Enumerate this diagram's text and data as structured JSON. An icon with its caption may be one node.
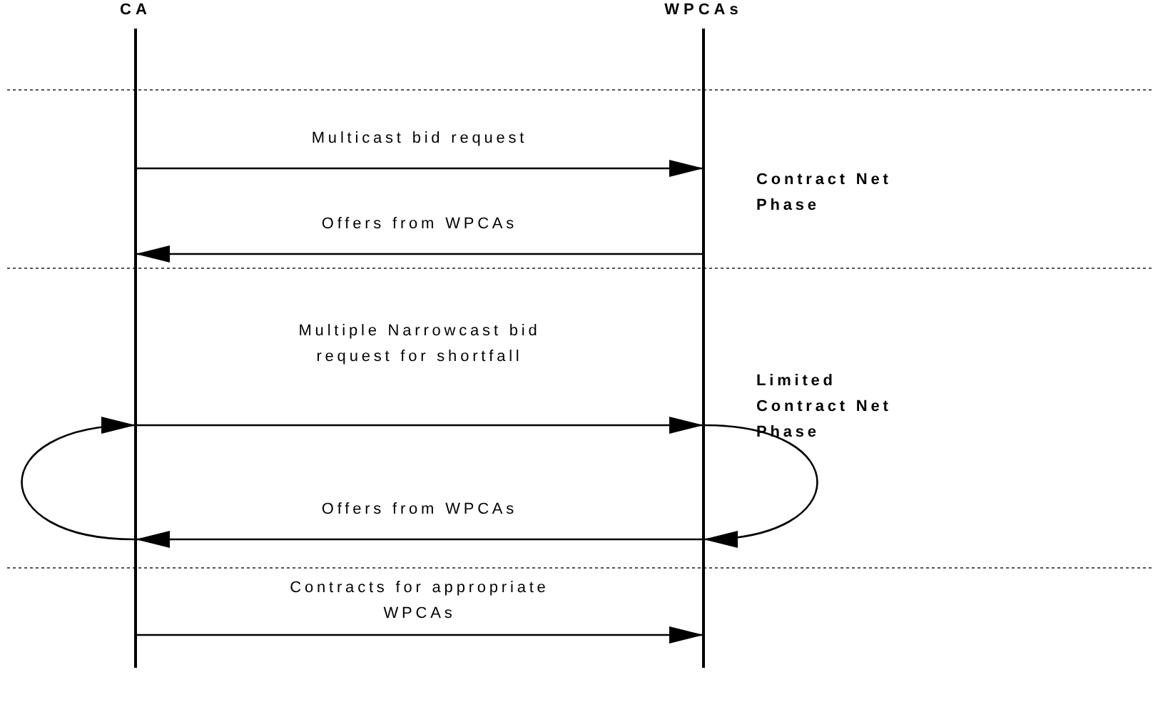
{
  "diagram": {
    "nodes": [
      {
        "text": [
          "CA"
        ]
      },
      {
        "text": [
          "WPCAs"
        ]
      }
    ],
    "edges": [
      {
        "from": 0,
        "to": 1,
        "arrow": "to",
        "label": "Multicast bid request"
      },
      {
        "from": 1,
        "to": 0,
        "arrow": "to",
        "label": "Offers from WPCAs"
      },
      {
        "from": 0,
        "to": 1,
        "arrow": "to",
        "label": "Multiple Narrowcast bid request for shortfall"
      },
      {
        "from": 1,
        "to": 0,
        "arrow": "to",
        "label": "Offers from WPCAs"
      },
      {
        "from": 0,
        "to": 1,
        "arrow": "to",
        "label": "Contracts for appropriate WPCAs"
      },
      {
        "from": 1,
        "to": 1,
        "arrow": "to"
      },
      {
        "from": 0,
        "to": 0,
        "arrow": "to"
      }
    ],
    "labels": [
      "Contract Net Phase",
      "Limited Contract Net Phase"
    ]
  }
}
